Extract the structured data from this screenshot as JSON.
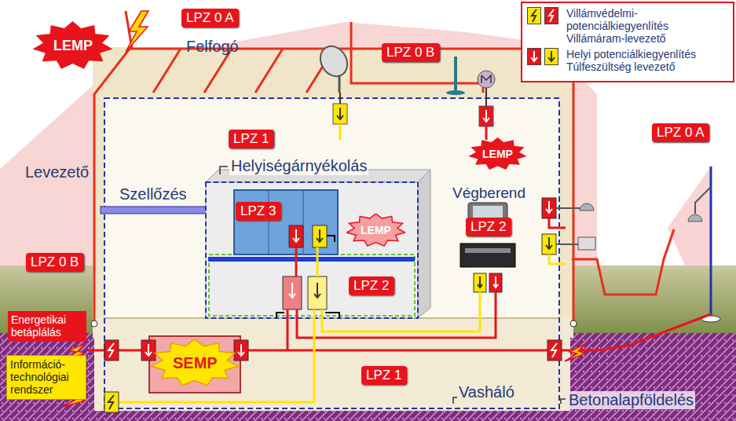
{
  "diagram": {
    "nodes": [
      {
        "text": [
          "LEMP"
        ]
      },
      {
        "text": [
          "LPZ 0 A"
        ]
      },
      {
        "text": [
          "LPZ 0 B"
        ]
      },
      {
        "text": [
          "LEMP"
        ]
      },
      {
        "text": [
          "LPZ 0 A"
        ]
      },
      {
        "text": [
          "LPZ 1"
        ]
      },
      {
        "text": [
          "LPZ 3"
        ]
      },
      {
        "text": [
          "LEMP"
        ]
      },
      {
        "text": [
          "LPZ 2"
        ]
      },
      {
        "text": [
          "LPZ 0 B"
        ]
      },
      {
        "text": [
          "LPZ 2"
        ]
      },
      {
        "text": [
          "Energetikai betáplálás"
        ]
      },
      {
        "text": [
          "Információ-technológiai rendszer"
        ]
      },
      {
        "text": [
          "SEMP"
        ]
      },
      {
        "text": [
          "LPZ 1"
        ]
      }
    ],
    "labels": [
      "Felfogó",
      "Levezető",
      "Helyiségárnyékolás",
      "Szellőzés",
      "Végberend",
      "Vasháló",
      "Betonalapföldelés"
    ],
    "legend": [
      {
        "text": "Villámvédelmi-potenciálkiegyenlítés Villámáram-levezető",
        "color": "#e8141c"
      },
      {
        "text": "Helyi potenciálkiegyenlítés Túlfeszültség levezető",
        "color": "#ffe600"
      }
    ]
  }
}
